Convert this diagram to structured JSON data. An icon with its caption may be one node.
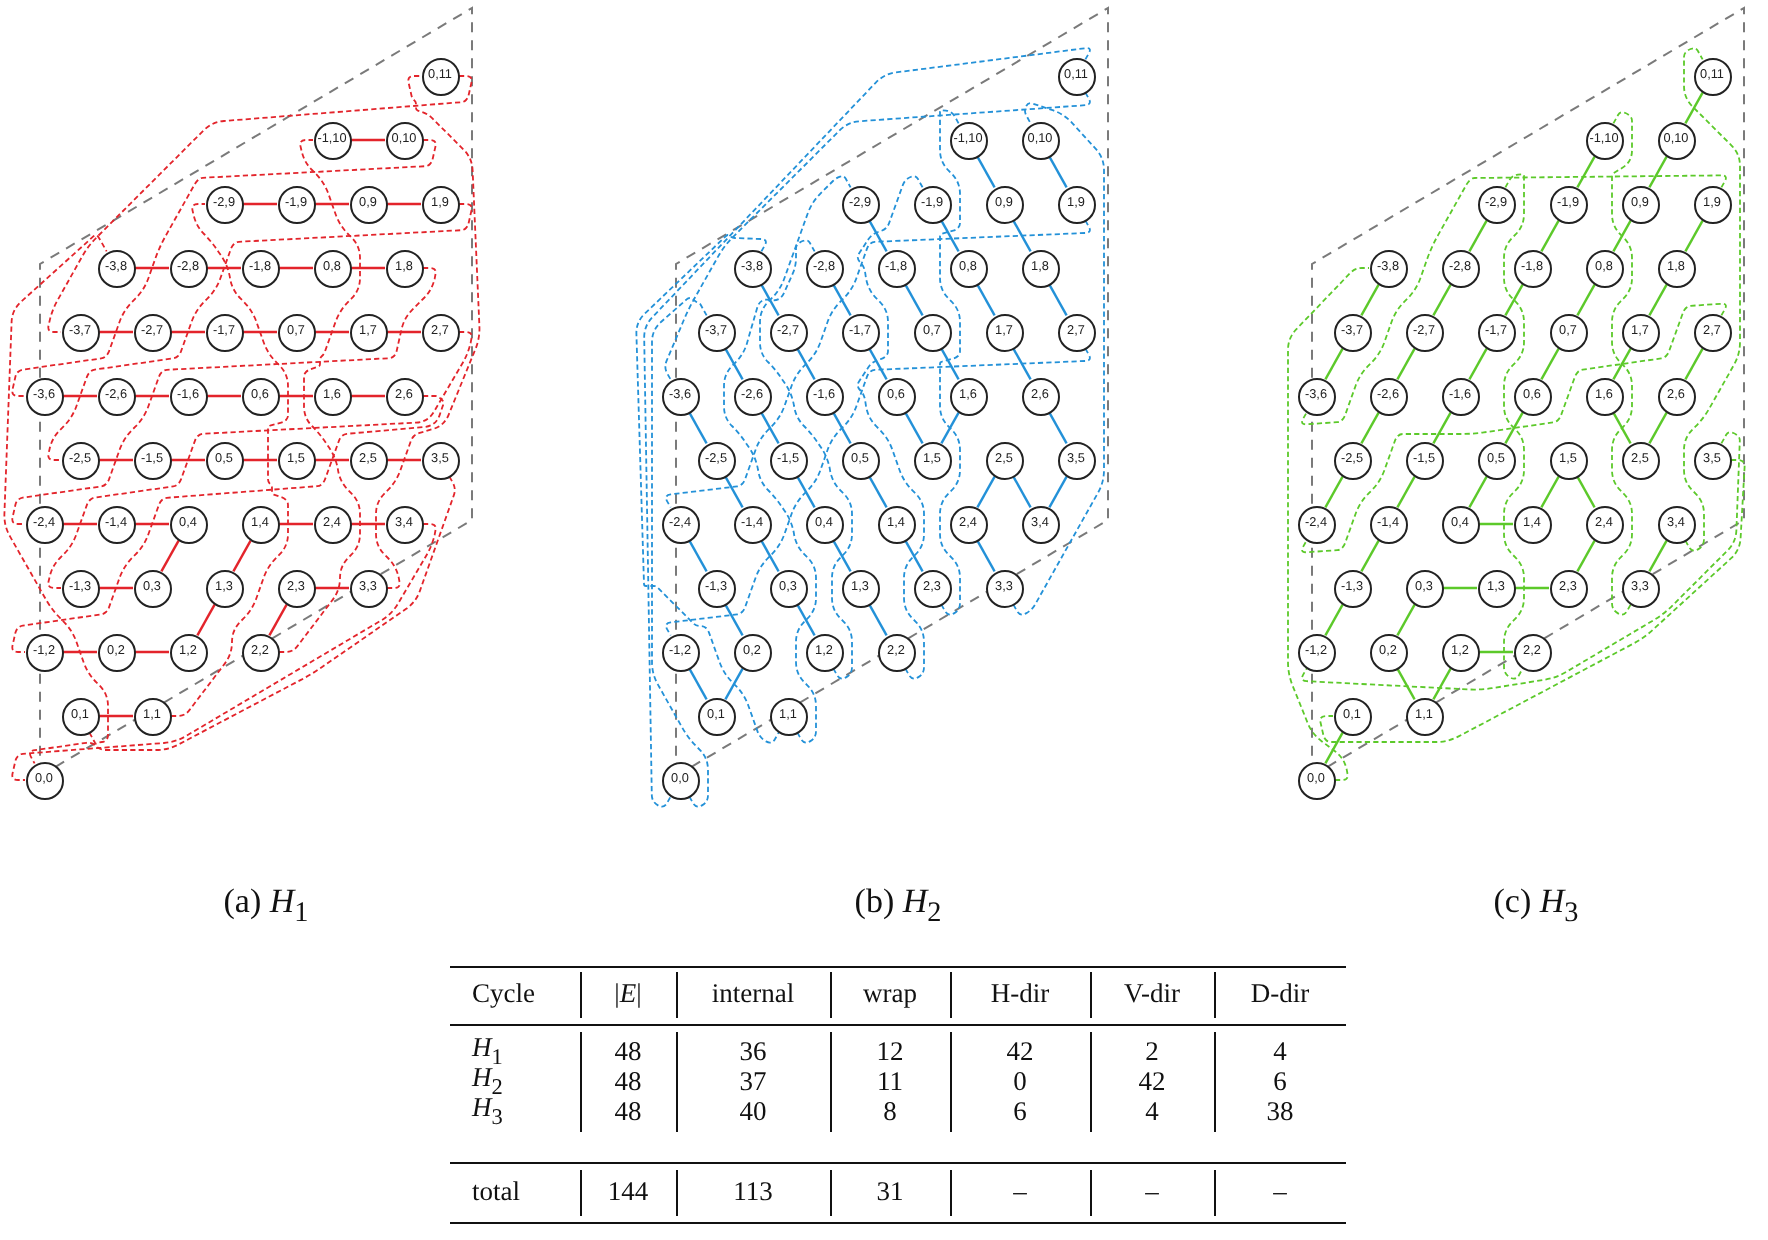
{
  "diagram": {
    "nodes": [
      {
        "text": [
          "0,11"
        ]
      },
      {
        "text": [
          "-1,10"
        ]
      },
      {
        "text": [
          "0,10"
        ]
      },
      {
        "text": [
          "-2,9"
        ]
      },
      {
        "text": [
          "-1,9"
        ]
      },
      {
        "text": [
          "0,9"
        ]
      },
      {
        "text": [
          "1,9"
        ]
      },
      {
        "text": [
          "-3,8"
        ]
      },
      {
        "text": [
          "-2,8"
        ]
      },
      {
        "text": [
          "-1,8"
        ]
      },
      {
        "text": [
          "0,8"
        ]
      },
      {
        "text": [
          "1,8"
        ]
      },
      {
        "text": [
          "-3,7"
        ]
      },
      {
        "text": [
          "-2,7"
        ]
      },
      {
        "text": [
          "-1,7"
        ]
      },
      {
        "text": [
          "0,7"
        ]
      },
      {
        "text": [
          "1,7"
        ]
      },
      {
        "text": [
          "2,7"
        ]
      },
      {
        "text": [
          "-3,6"
        ]
      },
      {
        "text": [
          "-2,6"
        ]
      },
      {
        "text": [
          "-1,6"
        ]
      },
      {
        "text": [
          "0,6"
        ]
      },
      {
        "text": [
          "1,6"
        ]
      },
      {
        "text": [
          "2,6"
        ]
      },
      {
        "text": [
          "-2,5"
        ]
      },
      {
        "text": [
          "-1,5"
        ]
      },
      {
        "text": [
          "0,5"
        ]
      },
      {
        "text": [
          "1,5"
        ]
      },
      {
        "text": [
          "2,5"
        ]
      },
      {
        "text": [
          "3,5"
        ]
      },
      {
        "text": [
          "-2,4"
        ]
      },
      {
        "text": [
          "-1,4"
        ]
      },
      {
        "text": [
          "0,4"
        ]
      },
      {
        "text": [
          "1,4"
        ]
      },
      {
        "text": [
          "2,4"
        ]
      },
      {
        "text": [
          "3,4"
        ]
      },
      {
        "text": [
          "-1,3"
        ]
      },
      {
        "text": [
          "0,3"
        ]
      },
      {
        "text": [
          "1,3"
        ]
      },
      {
        "text": [
          "2,3"
        ]
      },
      {
        "text": [
          "3,3"
        ]
      },
      {
        "text": [
          "-1,2"
        ]
      },
      {
        "text": [
          "0,2"
        ]
      },
      {
        "text": [
          "1,2"
        ]
      },
      {
        "text": [
          "2,2"
        ]
      },
      {
        "text": [
          "0,1"
        ]
      },
      {
        "text": [
          "1,1"
        ]
      },
      {
        "text": [
          "0,0"
        ]
      },
      {
        "text": [
          "0,11"
        ]
      },
      {
        "text": [
          "-1,10"
        ]
      },
      {
        "text": [
          "0,10"
        ]
      },
      {
        "text": [
          "-2,9"
        ]
      },
      {
        "text": [
          "-1,9"
        ]
      },
      {
        "text": [
          "0,9"
        ]
      },
      {
        "text": [
          "1,9"
        ]
      },
      {
        "text": [
          "-3,8"
        ]
      },
      {
        "text": [
          "-2,8"
        ]
      },
      {
        "text": [
          "-1,8"
        ]
      },
      {
        "text": [
          "0,8"
        ]
      },
      {
        "text": [
          "1,8"
        ]
      },
      {
        "text": [
          "-3,7"
        ]
      },
      {
        "text": [
          "-2,7"
        ]
      },
      {
        "text": [
          "-1,7"
        ]
      },
      {
        "text": [
          "0,7"
        ]
      },
      {
        "text": [
          "1,7"
        ]
      },
      {
        "text": [
          "2,7"
        ]
      },
      {
        "text": [
          "-3,6"
        ]
      },
      {
        "text": [
          "-2,6"
        ]
      },
      {
        "text": [
          "-1,6"
        ]
      },
      {
        "text": [
          "0,6"
        ]
      },
      {
        "text": [
          "1,6"
        ]
      },
      {
        "text": [
          "2,6"
        ]
      },
      {
        "text": [
          "-2,5"
        ]
      },
      {
        "text": [
          "-1,5"
        ]
      },
      {
        "text": [
          "0,5"
        ]
      },
      {
        "text": [
          "1,5"
        ]
      },
      {
        "text": [
          "2,5"
        ]
      },
      {
        "text": [
          "3,5"
        ]
      },
      {
        "text": [
          "-2,4"
        ]
      },
      {
        "text": [
          "-1,4"
        ]
      },
      {
        "text": [
          "0,4"
        ]
      },
      {
        "text": [
          "1,4"
        ]
      },
      {
        "text": [
          "2,4"
        ]
      },
      {
        "text": [
          "3,4"
        ]
      },
      {
        "text": [
          "-1,3"
        ]
      },
      {
        "text": [
          "0,3"
        ]
      },
      {
        "text": [
          "1,3"
        ]
      },
      {
        "text": [
          "2,3"
        ]
      },
      {
        "text": [
          "3,3"
        ]
      },
      {
        "text": [
          "-1,2"
        ]
      },
      {
        "text": [
          "0,2"
        ]
      },
      {
        "text": [
          "1,2"
        ]
      },
      {
        "text": [
          "2,2"
        ]
      },
      {
        "text": [
          "0,1"
        ]
      },
      {
        "text": [
          "1,1"
        ]
      },
      {
        "text": [
          "0,0"
        ]
      },
      {
        "text": [
          "0,11"
        ]
      },
      {
        "text": [
          "-1,10"
        ]
      },
      {
        "text": [
          "0,10"
        ]
      },
      {
        "text": [
          "-2,9"
        ]
      },
      {
        "text": [
          "-1,9"
        ]
      },
      {
        "text": [
          "0,9"
        ]
      },
      {
        "text": [
          "1,9"
        ]
      },
      {
        "text": [
          "-3,8"
        ]
      },
      {
        "text": [
          "-2,8"
        ]
      },
      {
        "text": [
          "-1,8"
        ]
      },
      {
        "text": [
          "0,8"
        ]
      },
      {
        "text": [
          "1,8"
        ]
      },
      {
        "text": [
          "-3,7"
        ]
      },
      {
        "text": [
          "-2,7"
        ]
      },
      {
        "text": [
          "-1,7"
        ]
      },
      {
        "text": [
          "0,7"
        ]
      },
      {
        "text": [
          "1,7"
        ]
      },
      {
        "text": [
          "2,7"
        ]
      },
      {
        "text": [
          "-3,6"
        ]
      },
      {
        "text": [
          "-2,6"
        ]
      },
      {
        "text": [
          "-1,6"
        ]
      },
      {
        "text": [
          "0,6"
        ]
      },
      {
        "text": [
          "1,6"
        ]
      },
      {
        "text": [
          "2,6"
        ]
      },
      {
        "text": [
          "-2,5"
        ]
      },
      {
        "text": [
          "-1,5"
        ]
      },
      {
        "text": [
          "0,5"
        ]
      },
      {
        "text": [
          "1,5"
        ]
      },
      {
        "text": [
          "2,5"
        ]
      },
      {
        "text": [
          "3,5"
        ]
      },
      {
        "text": [
          "-2,4"
        ]
      },
      {
        "text": [
          "-1,4"
        ]
      },
      {
        "text": [
          "0,4"
        ]
      },
      {
        "text": [
          "1,4"
        ]
      },
      {
        "text": [
          "2,4"
        ]
      },
      {
        "text": [
          "3,4"
        ]
      },
      {
        "text": [
          "-1,3"
        ]
      },
      {
        "text": [
          "0,3"
        ]
      },
      {
        "text": [
          "1,3"
        ]
      },
      {
        "text": [
          "2,3"
        ]
      },
      {
        "text": [
          "3,3"
        ]
      },
      {
        "text": [
          "-1,2"
        ]
      },
      {
        "text": [
          "0,2"
        ]
      },
      {
        "text": [
          "1,2"
        ]
      },
      {
        "text": [
          "2,2"
        ]
      },
      {
        "text": [
          "0,1"
        ]
      },
      {
        "text": [
          "1,1"
        ]
      },
      {
        "text": [
          "0,0"
        ]
      }
    ],
    "edges": [
      {
        "from": 1,
        "to": 2,
        "arrow": "none",
        "color": "#e3242b"
      },
      {
        "from": 3,
        "to": 4,
        "arrow": "none",
        "color": "#e3242b"
      },
      {
        "from": 4,
        "to": 5,
        "arrow": "none",
        "color": "#e3242b"
      },
      {
        "from": 5,
        "to": 6,
        "arrow": "none",
        "color": "#e3242b"
      },
      {
        "from": 7,
        "to": 8,
        "arrow": "none",
        "color": "#e3242b"
      },
      {
        "from": 8,
        "to": 9,
        "arrow": "none",
        "color": "#e3242b"
      },
      {
        "from": 9,
        "to": 10,
        "arrow": "none",
        "color": "#e3242b"
      },
      {
        "from": 10,
        "to": 11,
        "arrow": "none",
        "color": "#e3242b"
      },
      {
        "from": 12,
        "to": 13,
        "arrow": "none",
        "color": "#e3242b"
      },
      {
        "from": 13,
        "to": 14,
        "arrow": "none",
        "color": "#e3242b"
      },
      {
        "from": 14,
        "to": 15,
        "arrow": "none",
        "color": "#e3242b"
      },
      {
        "from": 15,
        "to": 16,
        "arrow": "none",
        "color": "#e3242b"
      },
      {
        "from": 16,
        "to": 17,
        "arrow": "none",
        "color": "#e3242b"
      },
      {
        "from": 18,
        "to": 19,
        "arrow": "none",
        "color": "#e3242b"
      },
      {
        "from": 19,
        "to": 20,
        "arrow": "none",
        "color": "#e3242b"
      },
      {
        "from": 20,
        "to": 21,
        "arrow": "none",
        "color": "#e3242b"
      },
      {
        "from": 21,
        "to": 22,
        "arrow": "none",
        "color": "#e3242b"
      },
      {
        "from": 22,
        "to": 23,
        "arrow": "none",
        "color": "#e3242b"
      },
      {
        "from": 24,
        "to": 25,
        "arrow": "none",
        "color": "#e3242b"
      },
      {
        "from": 25,
        "to": 26,
        "arrow": "none",
        "color": "#e3242b"
      },
      {
        "from": 26,
        "to": 27,
        "arrow": "none",
        "color": "#e3242b"
      },
      {
        "from": 27,
        "to": 28,
        "arrow": "none",
        "color": "#e3242b"
      },
      {
        "from": 28,
        "to": 29,
        "arrow": "none",
        "color": "#e3242b"
      },
      {
        "from": 30,
        "to": 31,
        "arrow": "none",
        "color": "#e3242b"
      },
      {
        "from": 31,
        "to": 32,
        "arrow": "none",
        "color": "#e3242b"
      },
      {
        "from": 33,
        "to": 34,
        "arrow": "none",
        "color": "#e3242b"
      },
      {
        "from": 34,
        "to": 35,
        "arrow": "none",
        "color": "#e3242b"
      },
      {
        "from": 36,
        "to": 37,
        "arrow": "none",
        "color": "#e3242b"
      },
      {
        "from": 39,
        "to": 40,
        "arrow": "none",
        "color": "#e3242b"
      },
      {
        "from": 41,
        "to": 42,
        "arrow": "none",
        "color": "#e3242b"
      },
      {
        "from": 42,
        "to": 43,
        "arrow": "none",
        "color": "#e3242b"
      },
      {
        "from": 45,
        "to": 46,
        "arrow": "none",
        "color": "#e3242b"
      },
      {
        "from": 37,
        "to": 32,
        "arrow": "none",
        "color": "#e3242b"
      },
      {
        "from": 38,
        "to": 33,
        "arrow": "none",
        "color": "#e3242b"
      },
      {
        "from": 43,
        "to": 38,
        "arrow": "none",
        "color": "#e3242b"
      },
      {
        "from": 44,
        "to": 39,
        "arrow": "none",
        "color": "#e3242b"
      },
      {
        "from": 0,
        "to": 12,
        "arrow": "none",
        "style": "dashed",
        "color": "#e3242b"
      },
      {
        "from": 2,
        "to": 18,
        "arrow": "none",
        "style": "dashed",
        "color": "#e3242b"
      },
      {
        "from": 6,
        "to": 24,
        "arrow": "none",
        "style": "dashed",
        "color": "#e3242b"
      },
      {
        "from": 11,
        "to": 30,
        "arrow": "none",
        "style": "dashed",
        "color": "#e3242b"
      },
      {
        "from": 17,
        "to": 36,
        "arrow": "none",
        "style": "dashed",
        "color": "#e3242b"
      },
      {
        "from": 23,
        "to": 41,
        "arrow": "none",
        "style": "dashed",
        "color": "#e3242b"
      },
      {
        "from": 35,
        "to": 47,
        "arrow": "none",
        "style": "dashed",
        "color": "#e3242b"
      },
      {
        "from": 40,
        "to": 0,
        "arrow": "none",
        "style": "dashed",
        "color": "#e3242b"
      },
      {
        "from": 44,
        "to": 1,
        "arrow": "none",
        "style": "dashed",
        "color": "#e3242b"
      },
      {
        "from": 46,
        "to": 3,
        "arrow": "none",
        "style": "dashed",
        "color": "#e3242b"
      },
      {
        "from": 29,
        "to": 47,
        "arrow": "none",
        "style": "dashed",
        "color": "#e3242b"
      },
      {
        "from": 45,
        "to": 7,
        "arrow": "none",
        "style": "dashed",
        "color": "#e3242b"
      },
      {
        "from": 50,
        "to": 54,
        "arrow": "none",
        "color": "#2391d8"
      },
      {
        "from": 49,
        "to": 53,
        "arrow": "none",
        "color": "#2391d8"
      },
      {
        "from": 53,
        "to": 59,
        "arrow": "none",
        "color": "#2391d8"
      },
      {
        "from": 59,
        "to": 65,
        "arrow": "none",
        "color": "#2391d8"
      },
      {
        "from": 52,
        "to": 58,
        "arrow": "none",
        "color": "#2391d8"
      },
      {
        "from": 58,
        "to": 64,
        "arrow": "none",
        "color": "#2391d8"
      },
      {
        "from": 64,
        "to": 71,
        "arrow": "none",
        "color": "#2391d8"
      },
      {
        "from": 71,
        "to": 77,
        "arrow": "none",
        "color": "#2391d8"
      },
      {
        "from": 51,
        "to": 57,
        "arrow": "none",
        "color": "#2391d8"
      },
      {
        "from": 57,
        "to": 63,
        "arrow": "none",
        "color": "#2391d8"
      },
      {
        "from": 63,
        "to": 70,
        "arrow": "none",
        "color": "#2391d8"
      },
      {
        "from": 76,
        "to": 83,
        "arrow": "none",
        "color": "#2391d8"
      },
      {
        "from": 56,
        "to": 62,
        "arrow": "none",
        "color": "#2391d8"
      },
      {
        "from": 62,
        "to": 69,
        "arrow": "none",
        "color": "#2391d8"
      },
      {
        "from": 69,
        "to": 75,
        "arrow": "none",
        "color": "#2391d8"
      },
      {
        "from": 82,
        "to": 88,
        "arrow": "none",
        "color": "#2391d8"
      },
      {
        "from": 55,
        "to": 61,
        "arrow": "none",
        "color": "#2391d8"
      },
      {
        "from": 61,
        "to": 68,
        "arrow": "none",
        "color": "#2391d8"
      },
      {
        "from": 68,
        "to": 74,
        "arrow": "none",
        "color": "#2391d8"
      },
      {
        "from": 74,
        "to": 81,
        "arrow": "none",
        "color": "#2391d8"
      },
      {
        "from": 81,
        "to": 87,
        "arrow": "none",
        "color": "#2391d8"
      },
      {
        "from": 60,
        "to": 67,
        "arrow": "none",
        "color": "#2391d8"
      },
      {
        "from": 67,
        "to": 73,
        "arrow": "none",
        "color": "#2391d8"
      },
      {
        "from": 73,
        "to": 80,
        "arrow": "none",
        "color": "#2391d8"
      },
      {
        "from": 80,
        "to": 86,
        "arrow": "none",
        "color": "#2391d8"
      },
      {
        "from": 86,
        "to": 92,
        "arrow": "none",
        "color": "#2391d8"
      },
      {
        "from": 66,
        "to": 72,
        "arrow": "none",
        "color": "#2391d8"
      },
      {
        "from": 72,
        "to": 79,
        "arrow": "none",
        "color": "#2391d8"
      },
      {
        "from": 79,
        "to": 85,
        "arrow": "none",
        "color": "#2391d8"
      },
      {
        "from": 85,
        "to": 91,
        "arrow": "none",
        "color": "#2391d8"
      },
      {
        "from": 78,
        "to": 84,
        "arrow": "none",
        "color": "#2391d8"
      },
      {
        "from": 84,
        "to": 90,
        "arrow": "none",
        "color": "#2391d8"
      },
      {
        "from": 89,
        "to": 93,
        "arrow": "none",
        "color": "#2391d8"
      },
      {
        "from": 75,
        "to": 70,
        "arrow": "none",
        "color": "#2391d8"
      },
      {
        "from": 82,
        "to": 76,
        "arrow": "none",
        "color": "#2391d8"
      },
      {
        "from": 83,
        "to": 77,
        "arrow": "none",
        "color": "#2391d8"
      },
      {
        "from": 93,
        "to": 90,
        "arrow": "none",
        "color": "#2391d8"
      },
      {
        "from": 48,
        "to": 66,
        "arrow": "none",
        "style": "dashed",
        "color": "#2391d8"
      },
      {
        "from": 54,
        "to": 78,
        "arrow": "none",
        "style": "dashed",
        "color": "#2391d8"
      },
      {
        "from": 65,
        "to": 89,
        "arrow": "none",
        "style": "dashed",
        "color": "#2391d8"
      },
      {
        "from": 88,
        "to": 50,
        "arrow": "none",
        "style": "dashed",
        "color": "#2391d8"
      },
      {
        "from": 87,
        "to": 49,
        "arrow": "none",
        "style": "dashed",
        "color": "#2391d8"
      },
      {
        "from": 92,
        "to": 52,
        "arrow": "none",
        "style": "dashed",
        "color": "#2391d8"
      },
      {
        "from": 91,
        "to": 51,
        "arrow": "none",
        "style": "dashed",
        "color": "#2391d8"
      },
      {
        "from": 94,
        "to": 56,
        "arrow": "none",
        "style": "dashed",
        "color": "#2391d8"
      },
      {
        "from": 95,
        "to": 60,
        "arrow": "none",
        "style": "dashed",
        "color": "#2391d8"
      },
      {
        "from": 48,
        "to": 95,
        "arrow": "none",
        "style": "dashed",
        "color": "#2391d8"
      },
      {
        "from": 55,
        "to": 94,
        "arrow": "none",
        "style": "dashed",
        "color": "#2391d8"
      },
      {
        "from": 114,
        "to": 108,
        "arrow": "none",
        "color": "#5cc92a"
      },
      {
        "from": 108,
        "to": 103,
        "arrow": "none",
        "color": "#5cc92a"
      },
      {
        "from": 126,
        "to": 120,
        "arrow": "none",
        "color": "#5cc92a"
      },
      {
        "from": 120,
        "to": 115,
        "arrow": "none",
        "color": "#5cc92a"
      },
      {
        "from": 115,
        "to": 109,
        "arrow": "none",
        "color": "#5cc92a"
      },
      {
        "from": 109,
        "to": 104,
        "arrow": "none",
        "color": "#5cc92a"
      },
      {
        "from": 104,
        "to": 99,
        "arrow": "none",
        "color": "#5cc92a"
      },
      {
        "from": 137,
        "to": 132,
        "arrow": "none",
        "color": "#5cc92a"
      },
      {
        "from": 132,
        "to": 127,
        "arrow": "none",
        "color": "#5cc92a"
      },
      {
        "from": 127,
        "to": 121,
        "arrow": "none",
        "color": "#5cc92a"
      },
      {
        "from": 121,
        "to": 116,
        "arrow": "none",
        "color": "#5cc92a"
      },
      {
        "from": 116,
        "to": 110,
        "arrow": "none",
        "color": "#5cc92a"
      },
      {
        "from": 110,
        "to": 105,
        "arrow": "none",
        "color": "#5cc92a"
      },
      {
        "from": 105,
        "to": 100,
        "arrow": "none",
        "color": "#5cc92a"
      },
      {
        "from": 100,
        "to": 97,
        "arrow": "none",
        "color": "#5cc92a"
      },
      {
        "from": 143,
        "to": 141,
        "arrow": "none",
        "color": "#5cc92a"
      },
      {
        "from": 138,
        "to": 133,
        "arrow": "none",
        "color": "#5cc92a"
      },
      {
        "from": 128,
        "to": 122,
        "arrow": "none",
        "color": "#5cc92a"
      },
      {
        "from": 122,
        "to": 117,
        "arrow": "none",
        "color": "#5cc92a"
      },
      {
        "from": 117,
        "to": 111,
        "arrow": "none",
        "color": "#5cc92a"
      },
      {
        "from": 111,
        "to": 106,
        "arrow": "none",
        "color": "#5cc92a"
      },
      {
        "from": 106,
        "to": 101,
        "arrow": "none",
        "color": "#5cc92a"
      },
      {
        "from": 101,
        "to": 98,
        "arrow": "none",
        "color": "#5cc92a"
      },
      {
        "from": 98,
        "to": 96,
        "arrow": "none",
        "color": "#5cc92a"
      },
      {
        "from": 142,
        "to": 139,
        "arrow": "none",
        "color": "#5cc92a"
      },
      {
        "from": 129,
        "to": 123,
        "arrow": "none",
        "color": "#5cc92a"
      },
      {
        "from": 118,
        "to": 112,
        "arrow": "none",
        "color": "#5cc92a"
      },
      {
        "from": 112,
        "to": 107,
        "arrow": "none",
        "color": "#5cc92a"
      },
      {
        "from": 107,
        "to": 102,
        "arrow": "none",
        "color": "#5cc92a"
      },
      {
        "from": 135,
        "to": 130,
        "arrow": "none",
        "color": "#5cc92a"
      },
      {
        "from": 124,
        "to": 119,
        "arrow": "none",
        "color": "#5cc92a"
      },
      {
        "from": 119,
        "to": 113,
        "arrow": "none",
        "color": "#5cc92a"
      },
      {
        "from": 136,
        "to": 131,
        "arrow": "none",
        "color": "#5cc92a"
      },
      {
        "from": 128,
        "to": 129,
        "arrow": "none",
        "color": "#5cc92a"
      },
      {
        "from": 133,
        "to": 134,
        "arrow": "none",
        "color": "#5cc92a"
      },
      {
        "from": 134,
        "to": 135,
        "arrow": "none",
        "color": "#5cc92a"
      },
      {
        "from": 139,
        "to": 140,
        "arrow": "none",
        "color": "#5cc92a"
      },
      {
        "from": 123,
        "to": 130,
        "arrow": "none",
        "color": "#5cc92a"
      },
      {
        "from": 118,
        "to": 124,
        "arrow": "none",
        "color": "#5cc92a"
      },
      {
        "from": 138,
        "to": 142,
        "arrow": "none",
        "color": "#5cc92a"
      },
      {
        "from": 102,
        "to": 114,
        "arrow": "none",
        "style": "dashed",
        "color": "#5cc92a"
      },
      {
        "from": 99,
        "to": 140,
        "arrow": "none",
        "style": "dashed",
        "color": "#5cc92a"
      },
      {
        "from": 97,
        "to": 136,
        "arrow": "none",
        "style": "dashed",
        "color": "#5cc92a"
      },
      {
        "from": 113,
        "to": 126,
        "arrow": "none",
        "style": "dashed",
        "color": "#5cc92a"
      },
      {
        "from": 125,
        "to": 137,
        "arrow": "none",
        "style": "dashed",
        "color": "#5cc92a"
      },
      {
        "from": 125,
        "to": 141,
        "arrow": "none",
        "style": "dashed",
        "color": "#5cc92a"
      },
      {
        "from": 143,
        "to": 103,
        "arrow": "none",
        "style": "dashed",
        "color": "#5cc92a"
      },
      {
        "from": 131,
        "to": 96,
        "arrow": "none",
        "style": "dashed",
        "color": "#5cc92a"
      }
    ],
    "labels": [
      "(a) *H*$_{1}$",
      "(b) *H*$_{2}$",
      "(c) *H*$_{3}$",
      "Cycle",
      "|*E*|",
      "internal",
      "wrap",
      "H-dir",
      "V-dir",
      "D-dir",
      "*H*$_{1}$",
      "48",
      "36",
      "12",
      "42",
      "2",
      "4",
      "*H*$_{2}$",
      "48",
      "37",
      "11",
      "0",
      "42",
      "6",
      "*H*$_{3}$",
      "48",
      "40",
      "8",
      "6",
      "4",
      "38",
      "total",
      "144",
      "113",
      "31",
      "–",
      "–",
      "–"
    ]
  }
}
